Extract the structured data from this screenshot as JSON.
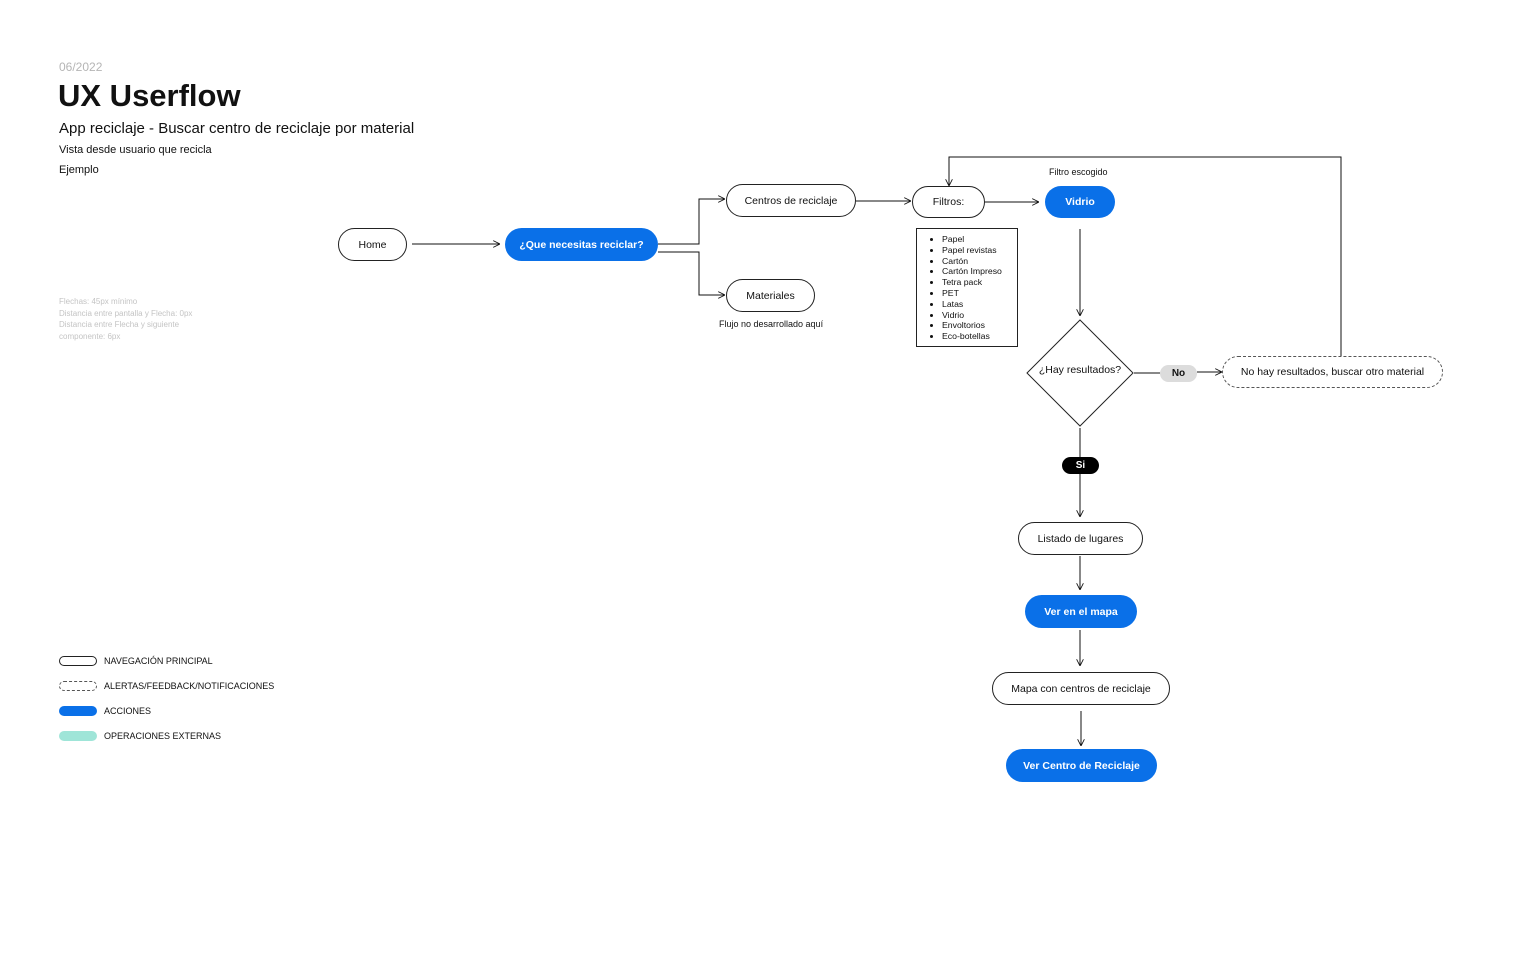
{
  "header": {
    "date": "06/2022",
    "title": "UX Userflow",
    "subtitle": "App reciclaje - Buscar centro de reciclaje por material",
    "view": "Vista desde usuario que recicla",
    "example": "Ejemplo"
  },
  "notes": [
    "Flechas: 45px mínimo",
    "Distancia entre pantalla y Flecha: 0px",
    "Distancia entre Flecha y siguiente",
    "componente: 6px"
  ],
  "nodes": {
    "home": "Home",
    "que_necesitas": "¿Que necesitas reciclar?",
    "centros": "Centros de reciclaje",
    "materiales": "Materiales",
    "materiales_caption": "Flujo no desarrollado aquí",
    "filtros": "Filtros:",
    "filtro_escogido": "Filtro escogido",
    "vidrio": "Vidrio",
    "hay_resultados": "¿Hay resultados?",
    "no": "No",
    "no_resultados": "No hay resultados, buscar otro material",
    "si": "Si",
    "listado": "Listado de lugares",
    "ver_mapa": "Ver en el mapa",
    "mapa_centros": "Mapa con  centros de reciclaje",
    "ver_centro": "Ver Centro de Reciclaje"
  },
  "filter_options": [
    "Papel",
    "Papel revistas",
    "Cartón",
    "Cartón Impreso",
    "Tetra pack",
    "PET",
    "Latas",
    "Vidrio",
    "Envoltorios",
    "Eco-botellas"
  ],
  "legend": {
    "navegacion": "NAVEGACIÓN PRINCIPAL",
    "alertas": "ALERTAS/FEEDBACK/NOTIFICACIONES",
    "acciones": "ACCIONES",
    "externas": "OPERACIONES EXTERNAS"
  },
  "colors": {
    "action": "#0a70e8",
    "external": "#9fe5d8",
    "tag_no": "#dcdcdc",
    "tag_si": "#000000"
  }
}
